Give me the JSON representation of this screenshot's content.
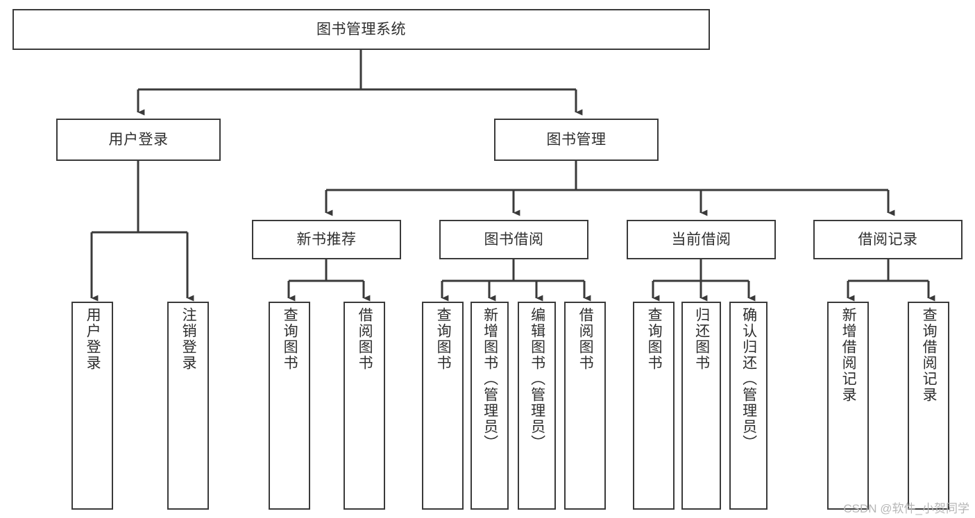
{
  "diagram": {
    "title": "图书管理系统",
    "type": "hierarchy-tree",
    "orientation": "top-down",
    "colors": {
      "background": "#ffffff",
      "box_border": "#3a3a3a",
      "box_fill": "#ffffff",
      "text": "#2e2e2e",
      "connector": "#3a3a3a",
      "watermark": "#b6b6b6"
    },
    "levels": [
      {
        "level": 1,
        "nodes": [
          {
            "id": "root",
            "label": "图书管理系统",
            "orientation": "horizontal"
          }
        ]
      },
      {
        "level": 2,
        "nodes": [
          {
            "id": "user-login",
            "label": "用户登录",
            "orientation": "horizontal",
            "parent": "root"
          },
          {
            "id": "book-manage",
            "label": "图书管理",
            "orientation": "horizontal",
            "parent": "root"
          }
        ]
      },
      {
        "level": 3,
        "nodes": [
          {
            "id": "new-book-rec",
            "label": "新书推荐",
            "orientation": "horizontal",
            "parent": "book-manage"
          },
          {
            "id": "book-borrow",
            "label": "图书借阅",
            "orientation": "horizontal",
            "parent": "book-manage"
          },
          {
            "id": "current-borrow",
            "label": "当前借阅",
            "orientation": "horizontal",
            "parent": "book-manage"
          },
          {
            "id": "borrow-record",
            "label": "借阅记录",
            "orientation": "horizontal",
            "parent": "book-manage"
          }
        ]
      },
      {
        "level": 4,
        "nodes": [
          {
            "id": "leaf-1",
            "label": "用户登录",
            "orientation": "vertical",
            "parent": "user-login"
          },
          {
            "id": "leaf-2",
            "label": "注销登录",
            "orientation": "vertical",
            "parent": "user-login"
          },
          {
            "id": "leaf-3",
            "label": "查询图书",
            "orientation": "vertical",
            "parent": "new-book-rec"
          },
          {
            "id": "leaf-4",
            "label": "借阅图书",
            "orientation": "vertical",
            "parent": "new-book-rec"
          },
          {
            "id": "leaf-5",
            "label": "查询图书",
            "orientation": "vertical",
            "parent": "book-borrow"
          },
          {
            "id": "leaf-6",
            "label": "新增图书（管理员）",
            "orientation": "vertical",
            "parent": "book-borrow"
          },
          {
            "id": "leaf-7",
            "label": "编辑图书（管理员）",
            "orientation": "vertical",
            "parent": "book-borrow"
          },
          {
            "id": "leaf-8",
            "label": "借阅图书",
            "orientation": "vertical",
            "parent": "book-borrow"
          },
          {
            "id": "leaf-9",
            "label": "查询图书",
            "orientation": "vertical",
            "parent": "current-borrow"
          },
          {
            "id": "leaf-10",
            "label": "归还图书",
            "orientation": "vertical",
            "parent": "current-borrow"
          },
          {
            "id": "leaf-11",
            "label": "确认归还（管理员）",
            "orientation": "vertical",
            "parent": "current-borrow"
          },
          {
            "id": "leaf-12",
            "label": "新增借阅记录",
            "orientation": "vertical",
            "parent": "borrow-record"
          },
          {
            "id": "leaf-13",
            "label": "查询借阅记录",
            "orientation": "vertical",
            "parent": "borrow-record"
          }
        ]
      }
    ]
  },
  "watermark": {
    "text": "CSDN @软件_小贺同学"
  }
}
